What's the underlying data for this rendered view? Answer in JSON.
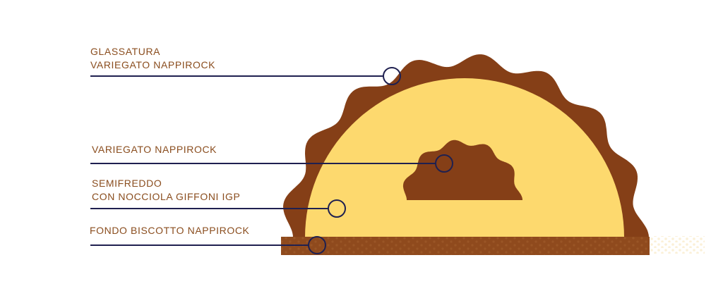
{
  "labels": {
    "glaze": {
      "line1": "GLASSATURA",
      "line2": "VARIEGATO NAPPIROCK"
    },
    "core": {
      "line1": "VARIEGATO NAPPIROCK"
    },
    "semifreddo": {
      "line1": "SEMIFREDDO",
      "line2": "CON NOCCIOLA GIFFONI IGP"
    },
    "base": {
      "line1": "FONDO BISCOTTO NAPPIROCK"
    }
  },
  "colors": {
    "chocolate": "#853f17",
    "semifreddo": "#fdd96e",
    "biscuit": "#8f4a1d",
    "leader": "#1f2050",
    "label_text": "#8a4d1e"
  }
}
